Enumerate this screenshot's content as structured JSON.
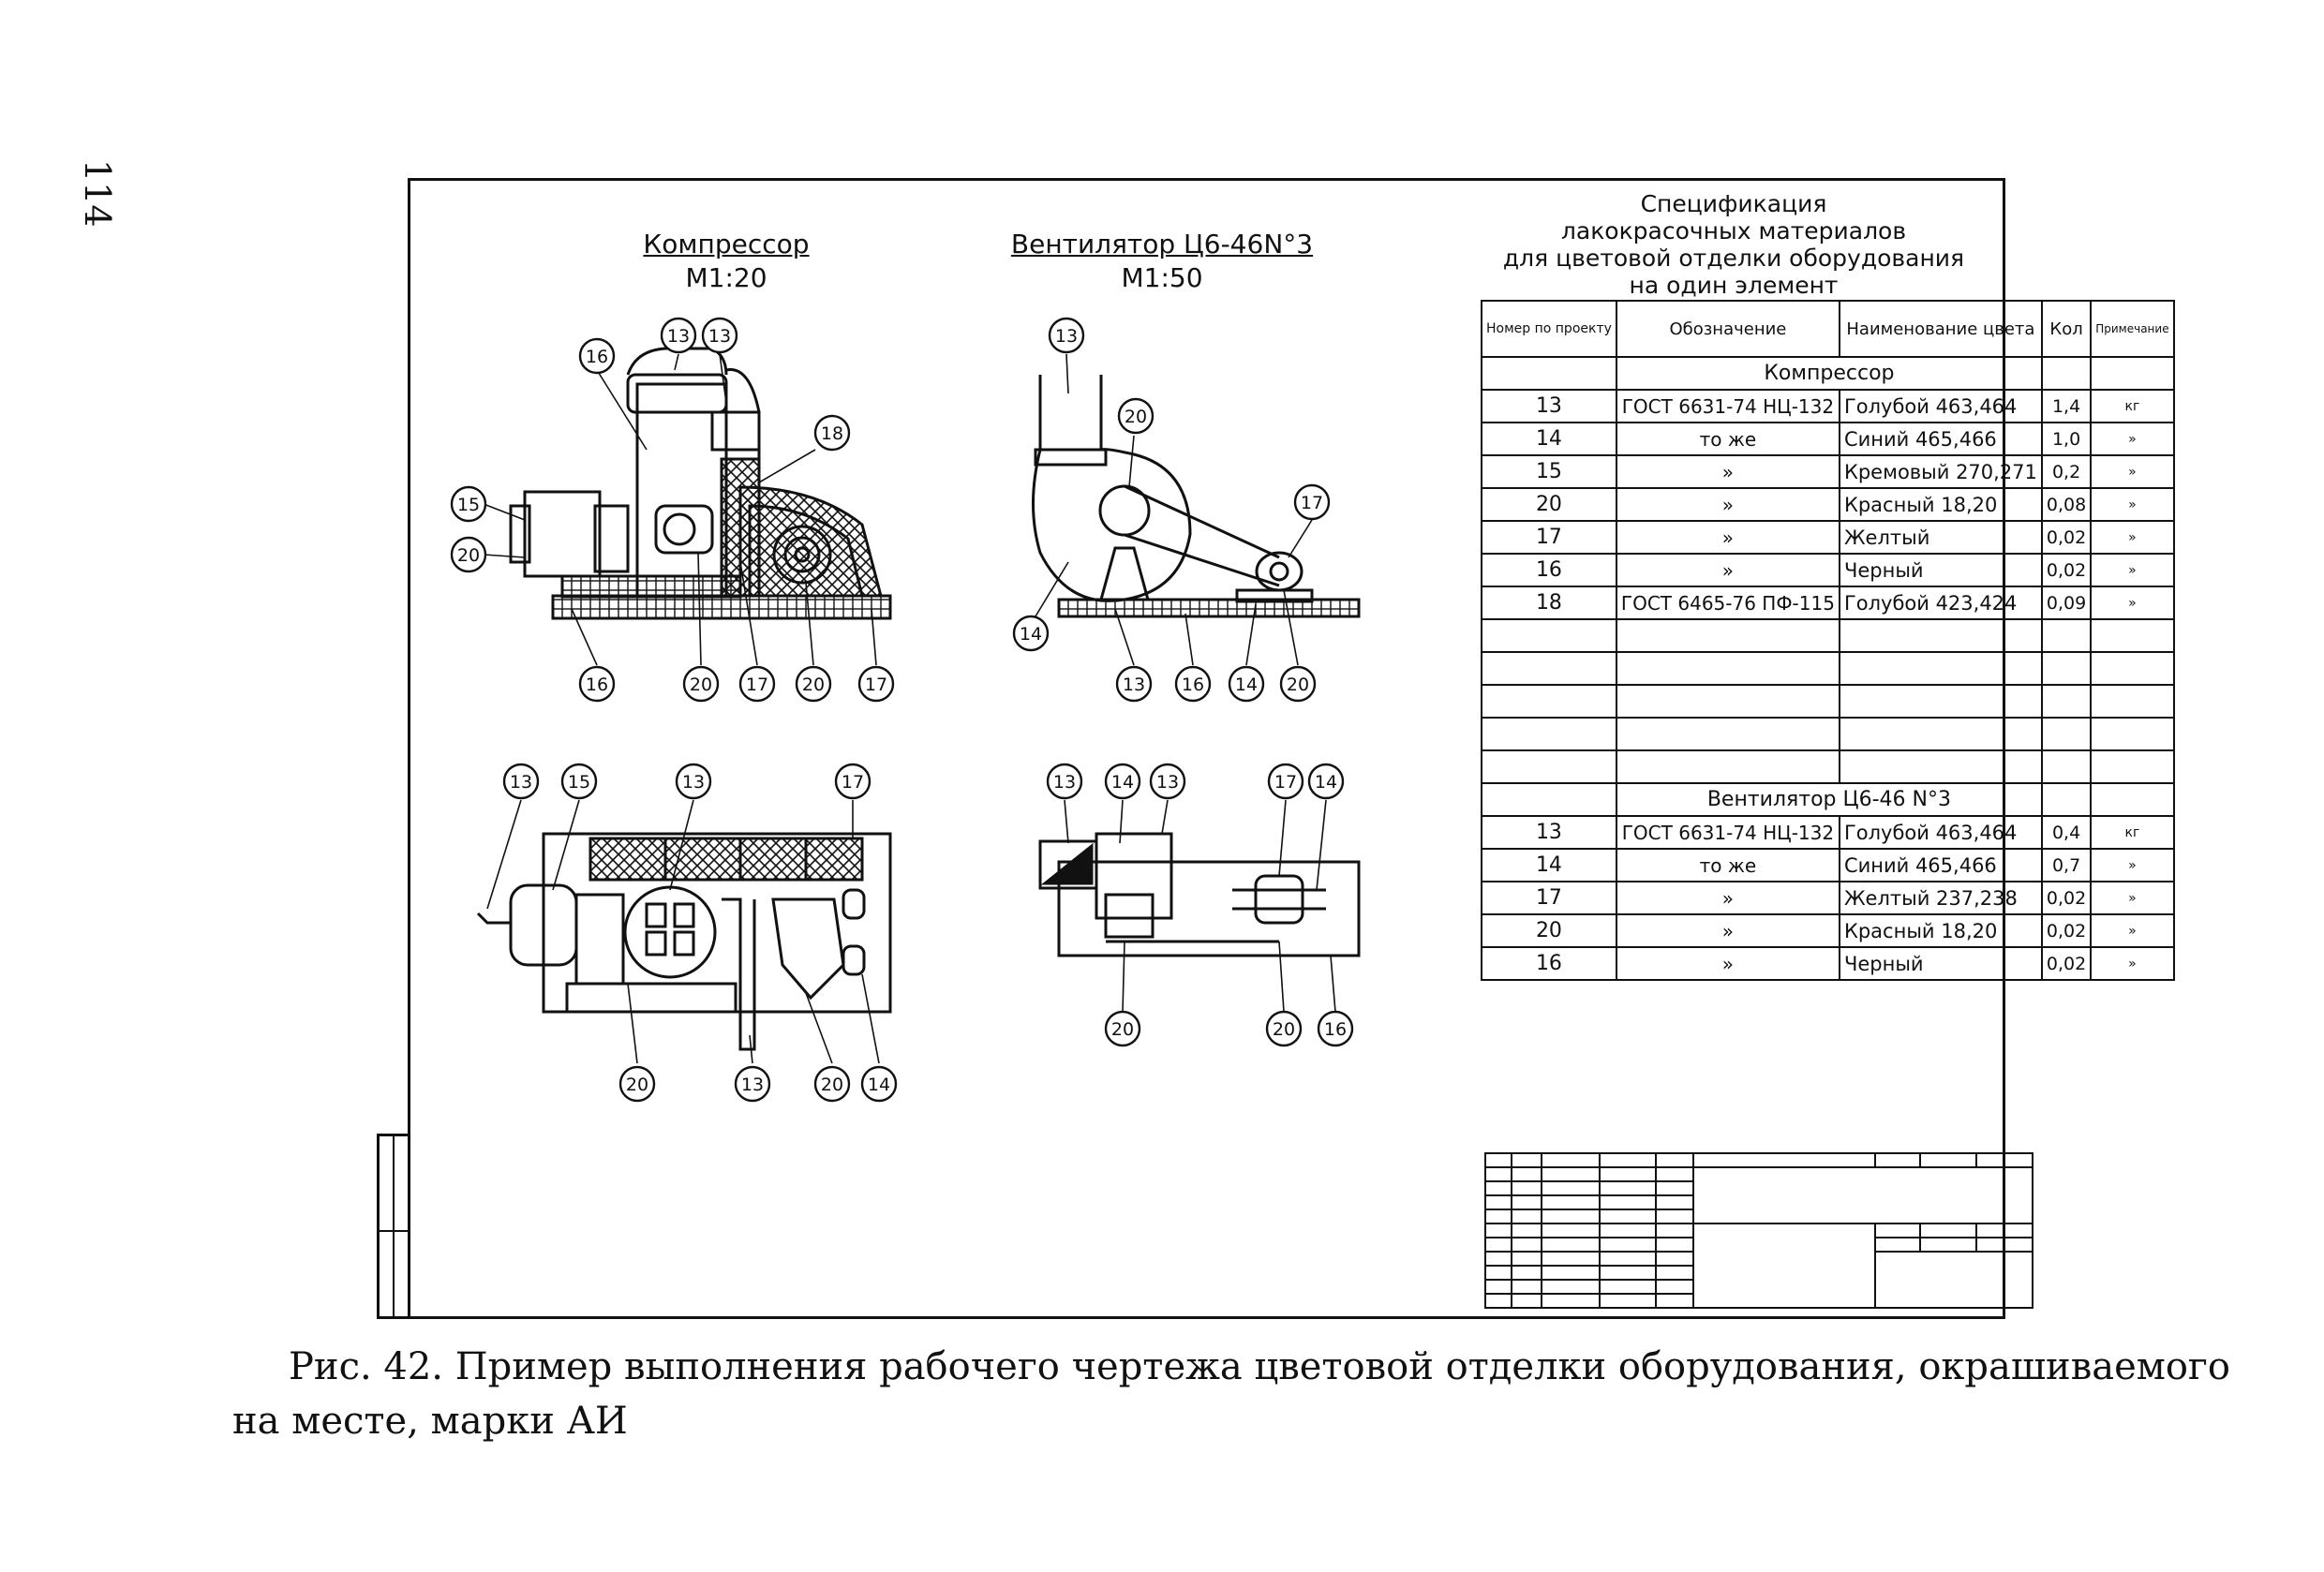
{
  "page_number": "114",
  "compressor": {
    "title": "Компрессор",
    "scale": "М1:20"
  },
  "fan": {
    "title": "Вентилятор Ц6-46N°3",
    "scale": "М1:50"
  },
  "spec": {
    "title_lines": [
      "Спецификация",
      "лакокрасочных материалов",
      "для цветовой отделки оборудования",
      "на один элемент"
    ],
    "headers": [
      "Номер по проекту",
      "Обозначение",
      "Наименование цвета",
      "Кол",
      "Примечание"
    ],
    "sections": [
      {
        "name": "Компрессор",
        "rows": [
          [
            "13",
            "ГОСТ 6631-74 НЦ-132",
            "Голубой 463,464",
            "1,4",
            "кг"
          ],
          [
            "14",
            "то же",
            "Синий 465,466",
            "1,0",
            "»"
          ],
          [
            "15",
            "»",
            "Кремовый 270,271",
            "0,2",
            "»"
          ],
          [
            "20",
            "»",
            "Красный 18,20",
            "0,08",
            "»"
          ],
          [
            "17",
            "»",
            "Желтый",
            "0,02",
            "»"
          ],
          [
            "16",
            "»",
            "Черный",
            "0,02",
            "»"
          ],
          [
            "18",
            "ГОСТ 6465-76 ПФ-115",
            "Голубой 423,424",
            "0,09",
            "»"
          ]
        ]
      },
      {
        "name": "Вентилятор Ц6-46 N°3",
        "rows": [
          [
            "13",
            "ГОСТ 6631-74 НЦ-132",
            "Голубой 463,464",
            "0,4",
            "кг"
          ],
          [
            "14",
            "то же",
            "Синий 465,466",
            "0,7",
            "»"
          ],
          [
            "17",
            "»",
            "Желтый 237,238",
            "0,02",
            "»"
          ],
          [
            "20",
            "»",
            "Красный 18,20",
            "0,02",
            "»"
          ],
          [
            "16",
            "»",
            "Черный",
            "0,02",
            "»"
          ]
        ]
      }
    ]
  },
  "callouts": {
    "compressor_side": [
      "16",
      "13",
      "13",
      "18",
      "15",
      "20",
      "16",
      "20",
      "17",
      "20",
      "17"
    ],
    "compressor_top": [
      "13",
      "15",
      "13",
      "17",
      "20",
      "13",
      "20",
      "14"
    ],
    "fan_side": [
      "13",
      "20",
      "17",
      "14",
      "13",
      "16",
      "14",
      "20"
    ],
    "fan_top": [
      "13",
      "14",
      "13",
      "17",
      "14",
      "20",
      "20",
      "16"
    ]
  },
  "caption": {
    "line1": "Рис. 42. Пример выполнения рабочего чертежа цветовой отделки оборудования, окрашиваемого",
    "line2": "на месте, марки АИ"
  }
}
